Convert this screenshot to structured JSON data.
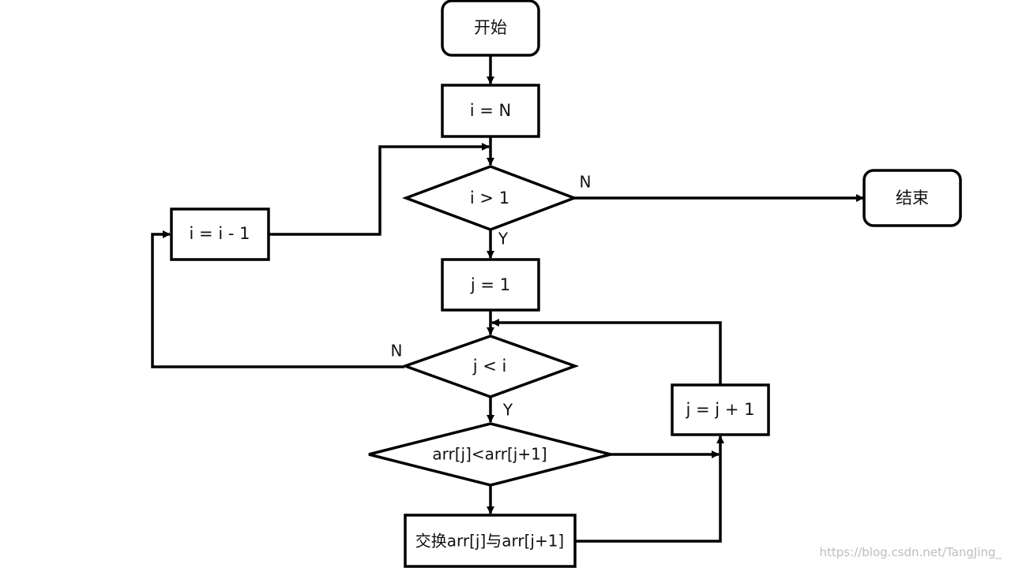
{
  "nodes": {
    "start": "开始",
    "init_i": "i = N",
    "cond_outer": "i > 1",
    "end": "结束",
    "init_j": "j = 1",
    "cond_inner": "j < i",
    "cond_compare": "arr[j]<arr[j+1]",
    "swap": "交换arr[j]与arr[j+1]",
    "inc_j": "j = j + 1",
    "dec_i": "i = i - 1"
  },
  "edge_labels": {
    "outer_no": "N",
    "outer_yes": "Y",
    "inner_no": "N",
    "inner_yes": "Y"
  },
  "watermark": "https://blog.csdn.net/TangJing_"
}
